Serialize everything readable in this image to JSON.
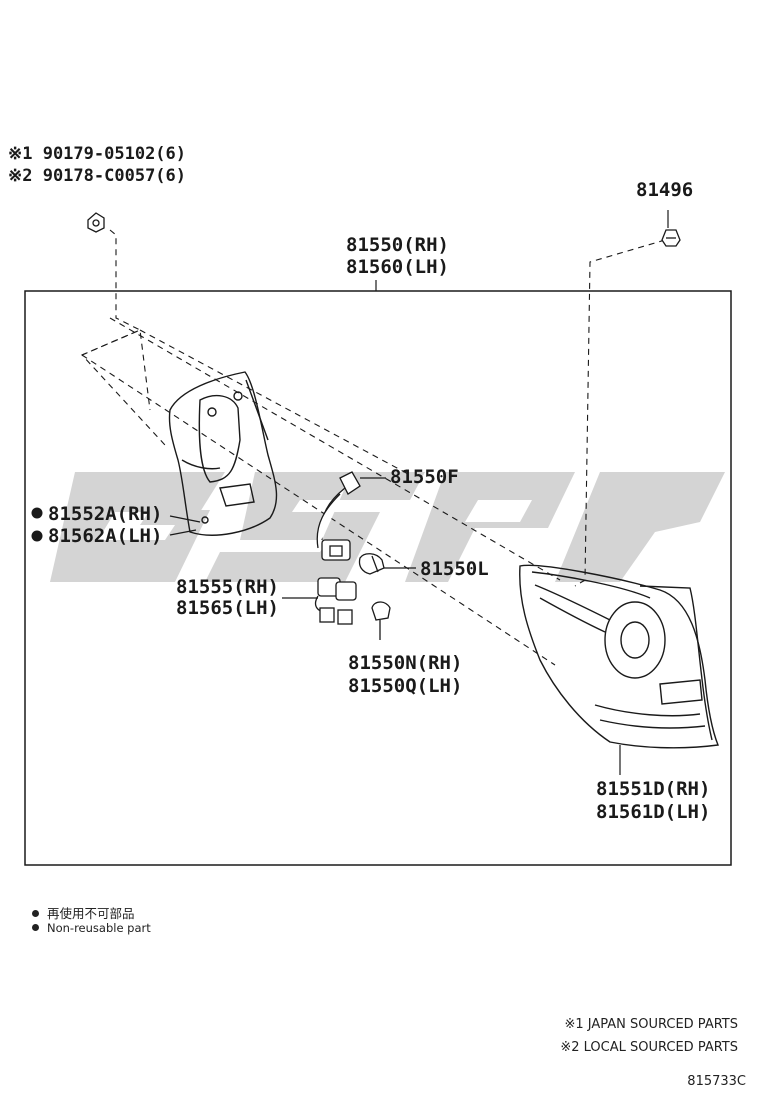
{
  "watermark": "GSP",
  "parts": {
    "fastener_jp": "※1 90179-05102(6)",
    "fastener_local": "※2 90178-C0057(6)",
    "clip": "81496",
    "assembly_rh": "81550(RH)",
    "assembly_lh": "81560(LH)",
    "socket_f": "81550F",
    "gasket_rh": "81552A(RH)",
    "gasket_lh": "81562A(LH)",
    "bulb_l": "81550L",
    "wire_rh": "81555(RH)",
    "wire_lh": "81565(LH)",
    "bulb_rh": "81550N(RH)",
    "bulb_lh": "81550Q(LH)",
    "lens_rh": "81551D(RH)",
    "lens_lh": "81561D(LH)"
  },
  "legend": {
    "non_reusable_jp": "再使用不可部品",
    "non_reusable_en": "Non-reusable part"
  },
  "sourcing": {
    "japan": "※1 JAPAN SOURCED PARTS",
    "local": "※2 LOCAL SOURCED PARTS"
  },
  "figure_code": "815733C",
  "colors": {
    "line": "#1a1a1a",
    "watermark": "#d4d4d4"
  },
  "icons": [
    "bullet-dot-icon"
  ]
}
